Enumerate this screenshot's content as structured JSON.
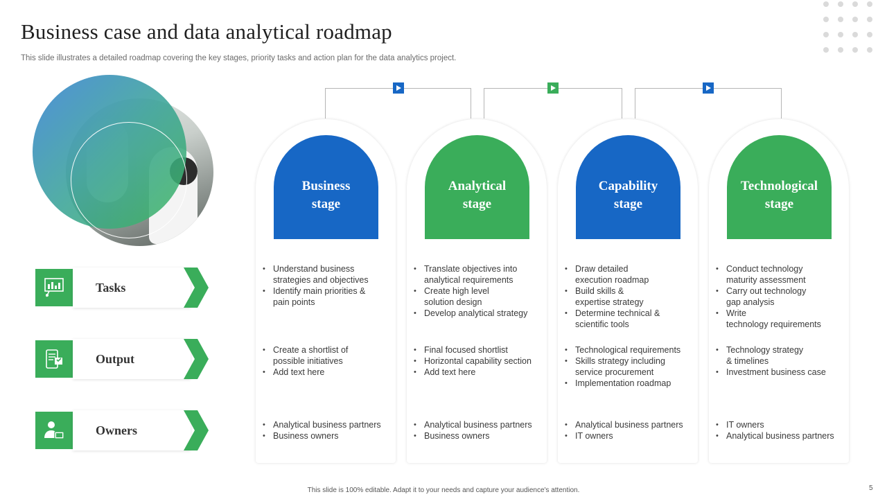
{
  "slide": {
    "title": "Business case and data analytical roadmap",
    "subtitle": "This slide illustrates a detailed roadmap covering  the key stages, priority tasks and action plan for the data analytics project.",
    "footer": "This slide is 100% editable.  Adapt it to your needs and capture your audience's attention.",
    "page_number": "5"
  },
  "colors": {
    "blue": "#1767c5",
    "green": "#3aad5a"
  },
  "rows": [
    {
      "key": "tasks",
      "label": "Tasks",
      "icon": "presentation-board-icon"
    },
    {
      "key": "output",
      "label": "Output",
      "icon": "tablet-screen-icon"
    },
    {
      "key": "owners",
      "label": "Owners",
      "icon": "user-monitor-icon"
    }
  ],
  "stages": [
    {
      "name": "Business\nstage",
      "color": "blue",
      "tasks": [
        "Understand business\nstrategies and objectives",
        "Identify main priorities &\npain points"
      ],
      "output": [
        "Create a shortlist of\npossible initiatives",
        "Add text here"
      ],
      "owners": [
        "Analytical business partners",
        "Business owners"
      ]
    },
    {
      "name": "Analytical\nstage",
      "color": "green",
      "tasks": [
        "Translate objectives into\nanalytical requirements",
        "Create high level\nsolution design",
        "Develop  analytical strategy"
      ],
      "output": [
        "Final focused shortlist",
        "Horizontal capability section",
        "Add text here"
      ],
      "owners": [
        "Analytical business partners",
        "Business owners"
      ]
    },
    {
      "name": "Capability\nstage",
      "color": "blue",
      "tasks": [
        "Draw detailed\nexecution roadmap",
        "Build skills &\nexpertise strategy",
        "Determine technical &\nscientific tools"
      ],
      "output": [
        "Technological requirements",
        "Skills strategy including\nservice procurement",
        "Implementation roadmap"
      ],
      "owners": [
        "Analytical business partners",
        "IT owners"
      ]
    },
    {
      "name": "Technological\nstage",
      "color": "green",
      "tasks": [
        "Conduct technology\nmaturity assessment",
        "Carry out technology\ngap analysis",
        "Write\ntechnology requirements"
      ],
      "output": [
        "Technology strategy\n& timelines",
        "Investment business case"
      ],
      "owners": [
        "IT owners",
        "Analytical business partners"
      ]
    }
  ],
  "connectors": [
    {
      "arrow_color": "blue"
    },
    {
      "arrow_color": "green"
    },
    {
      "arrow_color": "blue"
    }
  ]
}
